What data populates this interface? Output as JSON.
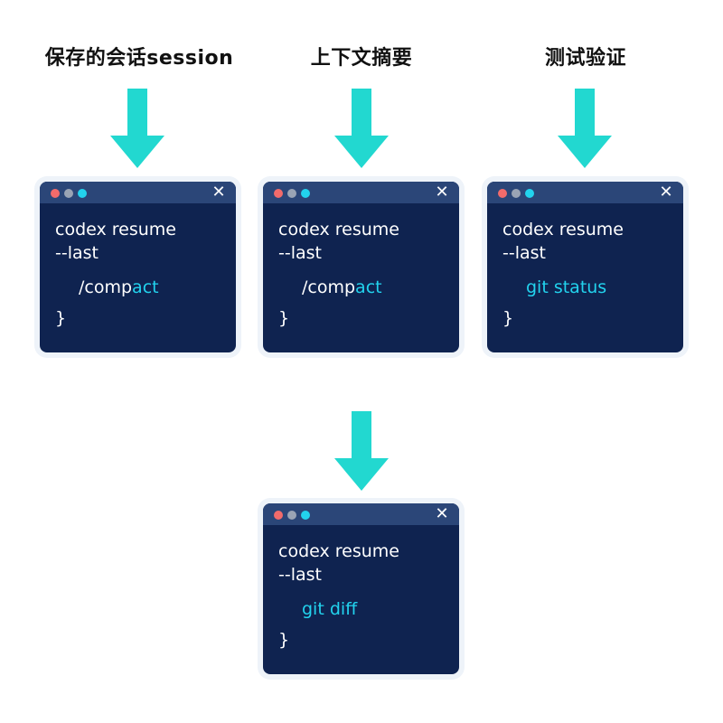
{
  "labels": [
    "保存的会话session",
    "上下文摘要",
    "测试验证"
  ],
  "terminals": [
    {
      "line1": "codex resume",
      "line2": "--last",
      "cmd_white": "/comp",
      "cmd_cyan": "act",
      "brace": "}"
    },
    {
      "line1": "codex resume",
      "line2": "--last",
      "cmd_white": "/comp",
      "cmd_cyan": "act",
      "brace": "}"
    },
    {
      "line1": "codex resume",
      "line2": "--last",
      "cmd_white": "",
      "cmd_cyan": "git status",
      "brace": "}"
    },
    {
      "line1": "codex resume",
      "line2": "--last",
      "cmd_white": "",
      "cmd_cyan": "git diff",
      "brace": "}"
    }
  ],
  "icons": {
    "close": "close-icon",
    "arrow": "arrow-down-icon"
  },
  "colors": {
    "terminal_bg": "#0f2350",
    "titlebar": "#2b4678",
    "accent": "#22d3ee",
    "arrow": "#22d8d0"
  }
}
